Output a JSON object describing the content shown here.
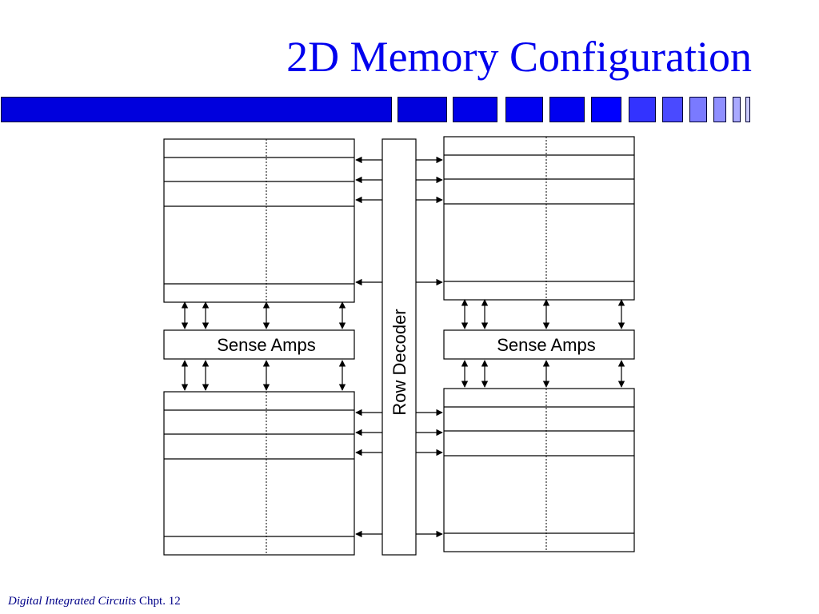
{
  "slide": {
    "title": "2D Memory Configuration"
  },
  "diagram": {
    "row_decoder_label": "Row Decoder",
    "sense_amps_left_label": "Sense Amps",
    "sense_amps_right_label": "Sense Amps"
  },
  "footer": {
    "course": "Digital Integrated Circuits",
    "chapter": "Chpt. 12"
  },
  "colors": {
    "title": "#0000ee",
    "accent_bar": "#0000dd",
    "footer": "#000088"
  }
}
